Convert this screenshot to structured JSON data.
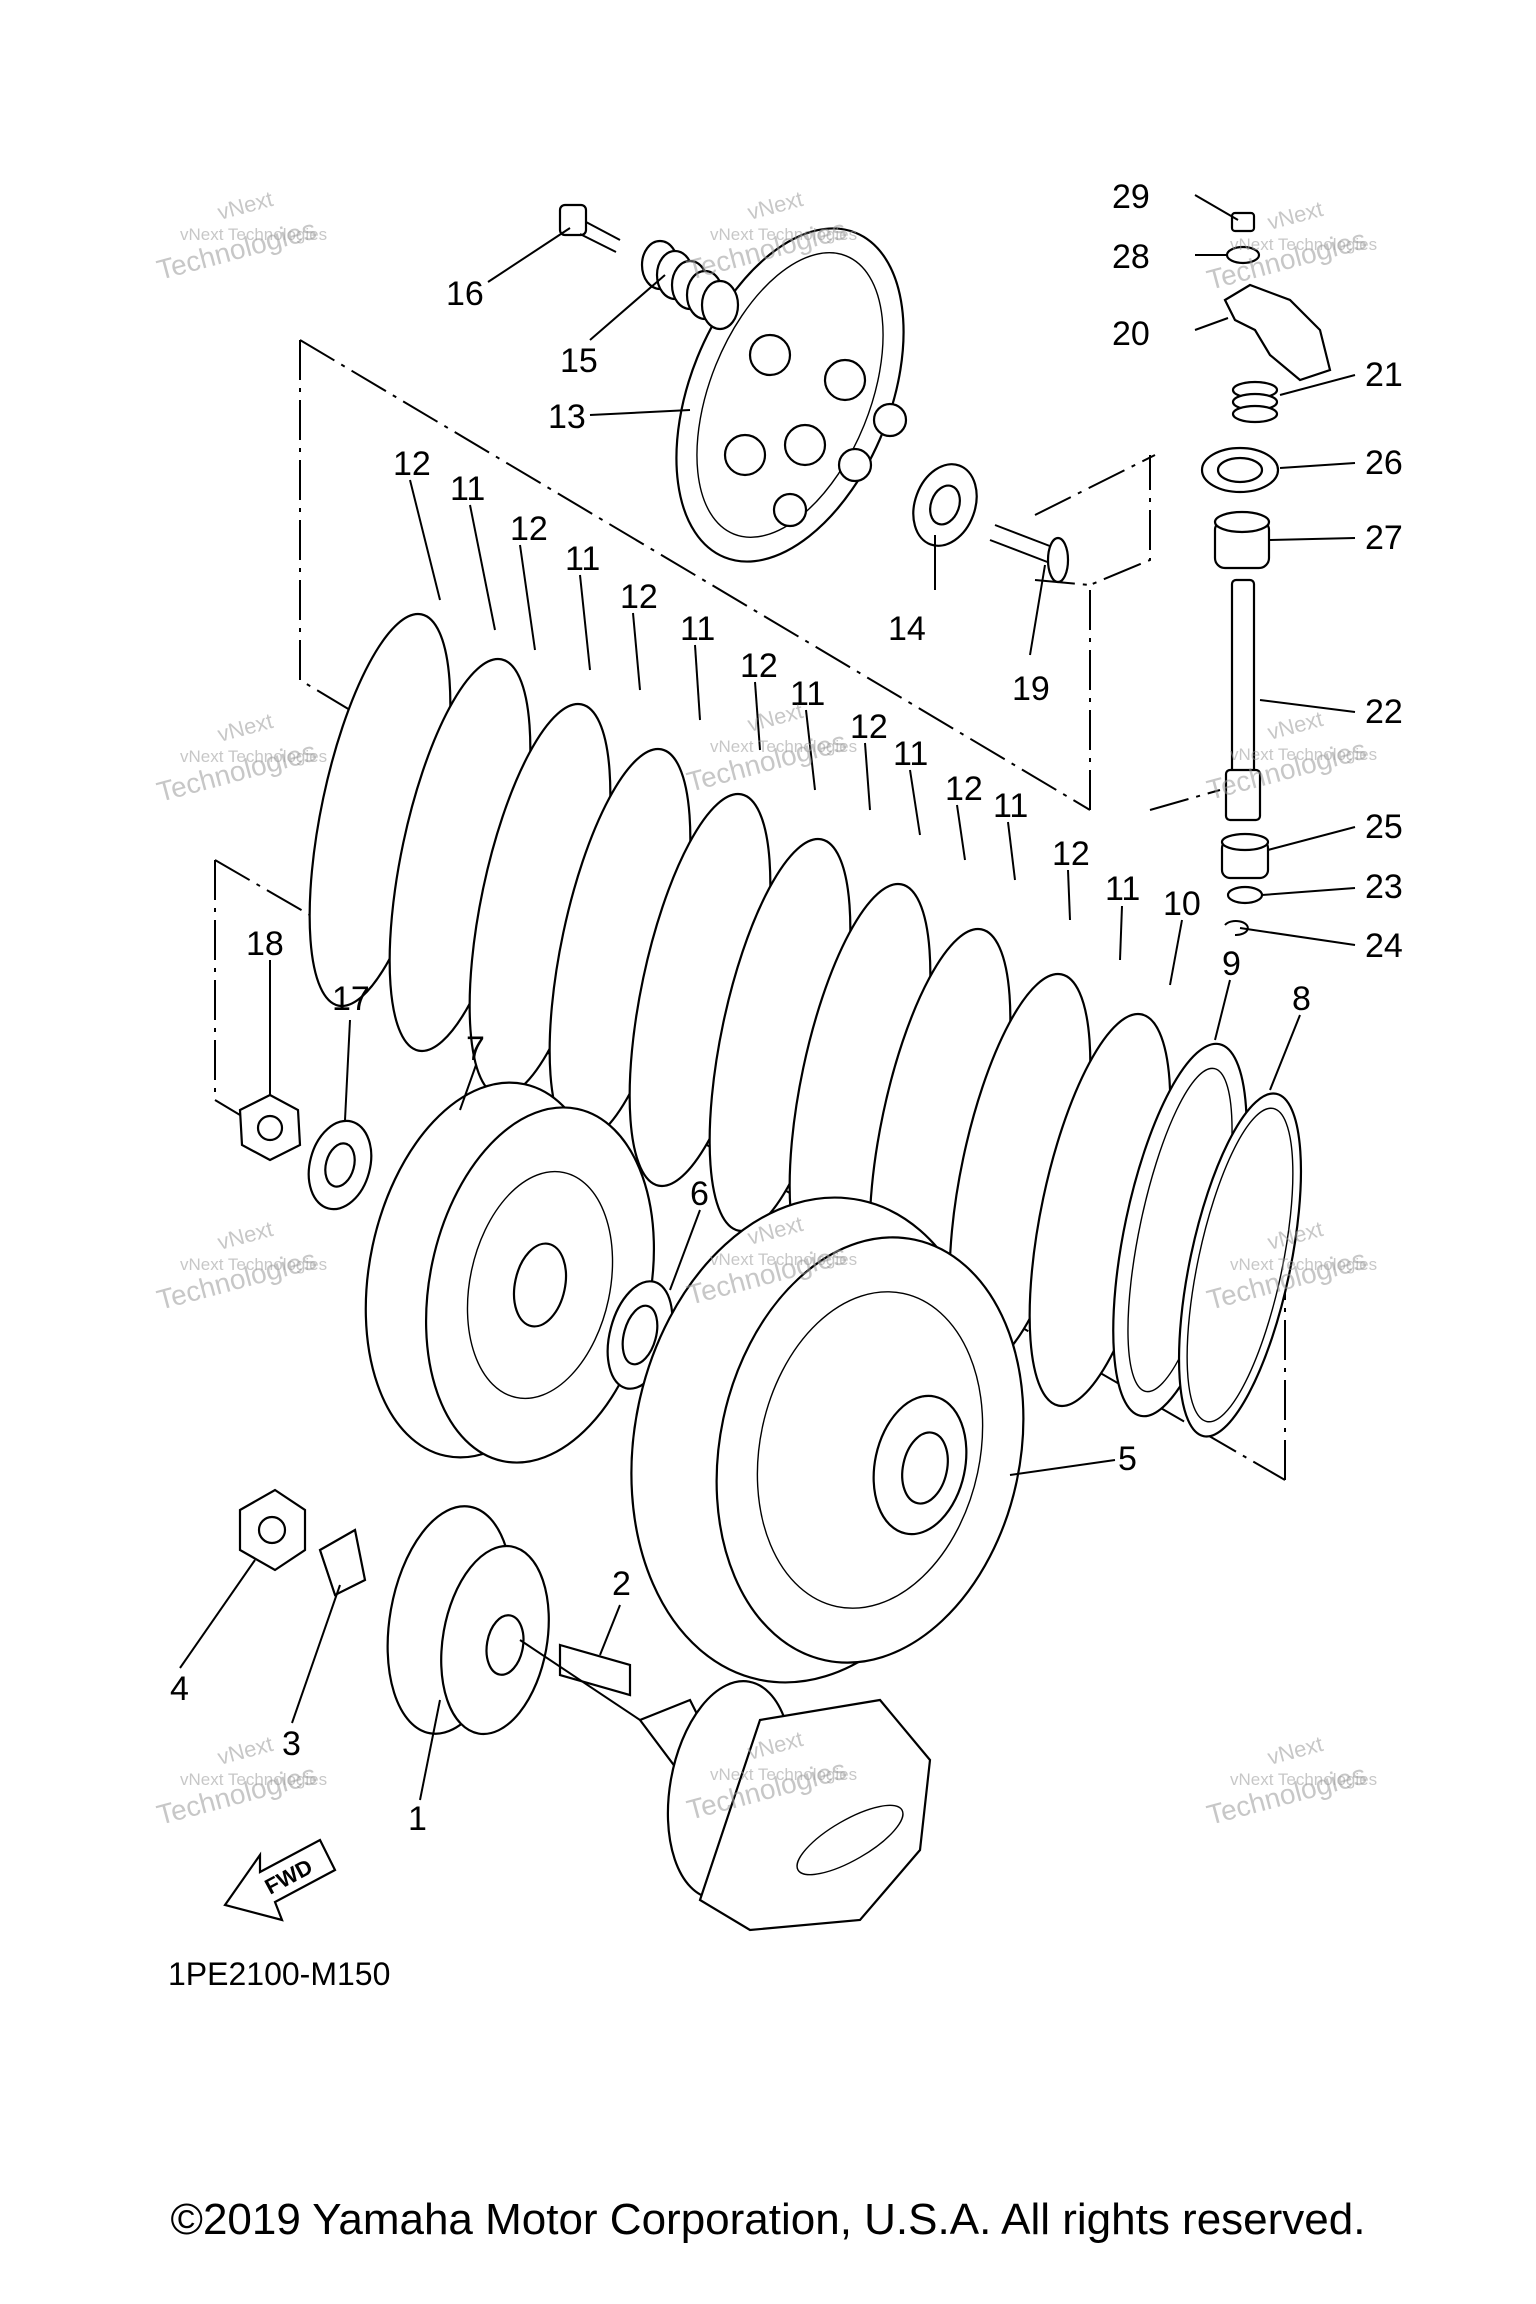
{
  "diagram_code": "1PE2100-M150",
  "fwd_label": "FWD",
  "copyright": "©2019 Yamaha Motor Corporation, U.S.A. All rights reserved.",
  "watermark": {
    "line1": "vNext Technologies",
    "line2": "Technologies",
    "line3": "vNext"
  },
  "callouts": [
    "1",
    "2",
    "3",
    "4",
    "5",
    "6",
    "7",
    "8",
    "9",
    "10",
    "11",
    "12",
    "13",
    "14",
    "15",
    "16",
    "17",
    "18",
    "19",
    "20",
    "21",
    "22",
    "23",
    "24",
    "25",
    "26",
    "27",
    "28",
    "29"
  ]
}
